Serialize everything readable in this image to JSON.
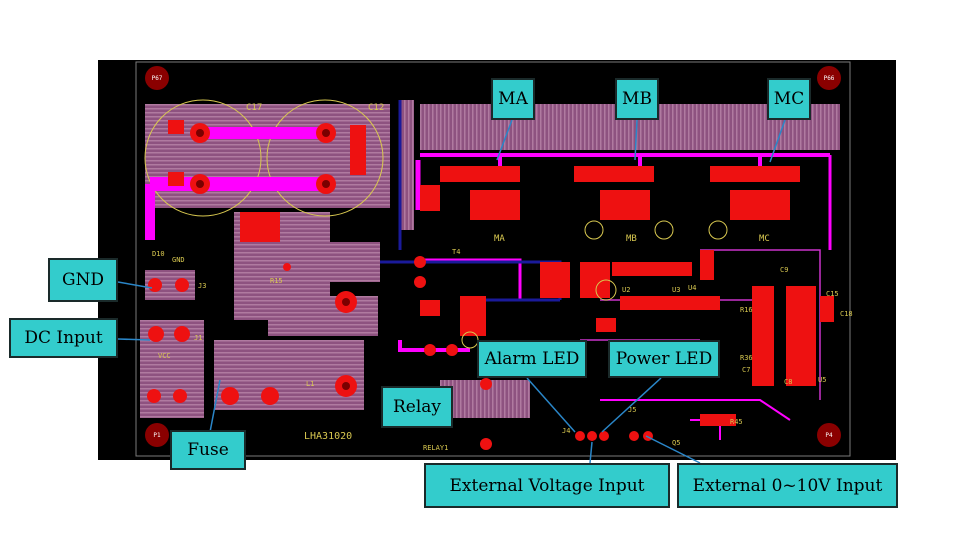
{
  "callouts": {
    "ma": "MA",
    "mb": "MB",
    "mc": "MC",
    "gnd": "GND",
    "dc_input": "DC Input",
    "fuse": "Fuse",
    "relay": "Relay",
    "alarm_led": "Alarm LED",
    "power_led": "Power LED",
    "ext_voltage": "External Voltage Input",
    "ext_010v": "External 0~10V Input"
  },
  "board": {
    "label": "LHA31020",
    "relay_silk": "RELAY1",
    "holes": {
      "tl": "P67",
      "tr": "P66",
      "bl": "P1",
      "br": "P4"
    },
    "caps": {
      "c17": "C17",
      "c12": "C12"
    },
    "phase": {
      "ma": "MA",
      "mb": "MB",
      "mc": "MC"
    },
    "gnd_silk": "GND",
    "vcc_silk": "VCC",
    "r15": "R15",
    "l1": "L1",
    "j1": "J1",
    "j3": "J3",
    "d10": "D10",
    "t4": "T4",
    "j4": "J4",
    "j5": "J5",
    "q5": "Q5",
    "u4": "U4",
    "u5": "U5",
    "u2": "U2",
    "u3": "U3",
    "r45": "R45",
    "c7": "C7",
    "c8": "C8",
    "c9": "C9",
    "c15": "C15",
    "c18": "C18",
    "r16": "R16",
    "r36": "R36"
  },
  "colors": {
    "board_bg": "#000000",
    "copper_pink": "#9a5c8a",
    "trace_magenta": "#ff00ff",
    "pad_red": "#ee1111",
    "silk_yellow": "#d8c850",
    "callout_bg": "#33cccc",
    "leader_blue": "#2a86c8",
    "trace_blue": "#1a1a9a"
  }
}
